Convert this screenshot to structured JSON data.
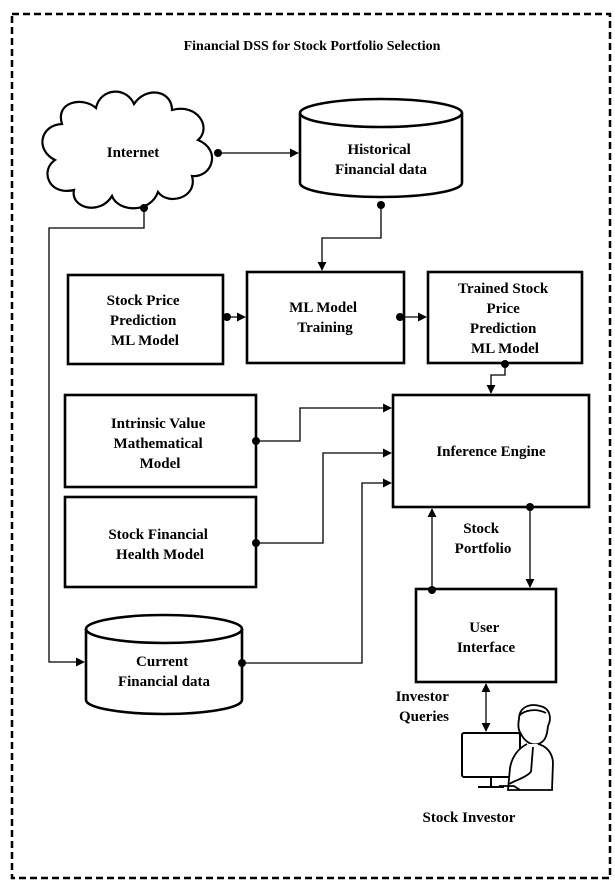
{
  "title": "Financial DSS for Stock Portfolio Selection",
  "nodes": {
    "internet": {
      "label": [
        "Internet"
      ]
    },
    "historical": {
      "label": [
        "Historical",
        "Financial data"
      ]
    },
    "stock_price_model": {
      "label": [
        "Stock Price",
        "Prediction",
        "ML Model"
      ]
    },
    "ml_training": {
      "label": [
        "ML Model",
        "Training"
      ]
    },
    "trained_model": {
      "label": [
        "Trained Stock",
        "Price",
        "Prediction",
        "ML Model"
      ]
    },
    "intrinsic": {
      "label": [
        "Intrinsic  Value",
        "Mathematical",
        "Model"
      ]
    },
    "inference": {
      "label": [
        "Inference Engine"
      ]
    },
    "health": {
      "label": [
        "Stock Financial",
        "Health Model"
      ]
    },
    "ui": {
      "label": [
        "User",
        "Interface"
      ]
    },
    "current": {
      "label": [
        "Current",
        "Financial data"
      ]
    },
    "investor": {
      "label": [
        "Stock Investor"
      ]
    }
  },
  "edge_labels": {
    "stock_portfolio": [
      "Stock",
      "Portfolio"
    ],
    "investor_queries": [
      "Investor",
      "Queries"
    ]
  }
}
